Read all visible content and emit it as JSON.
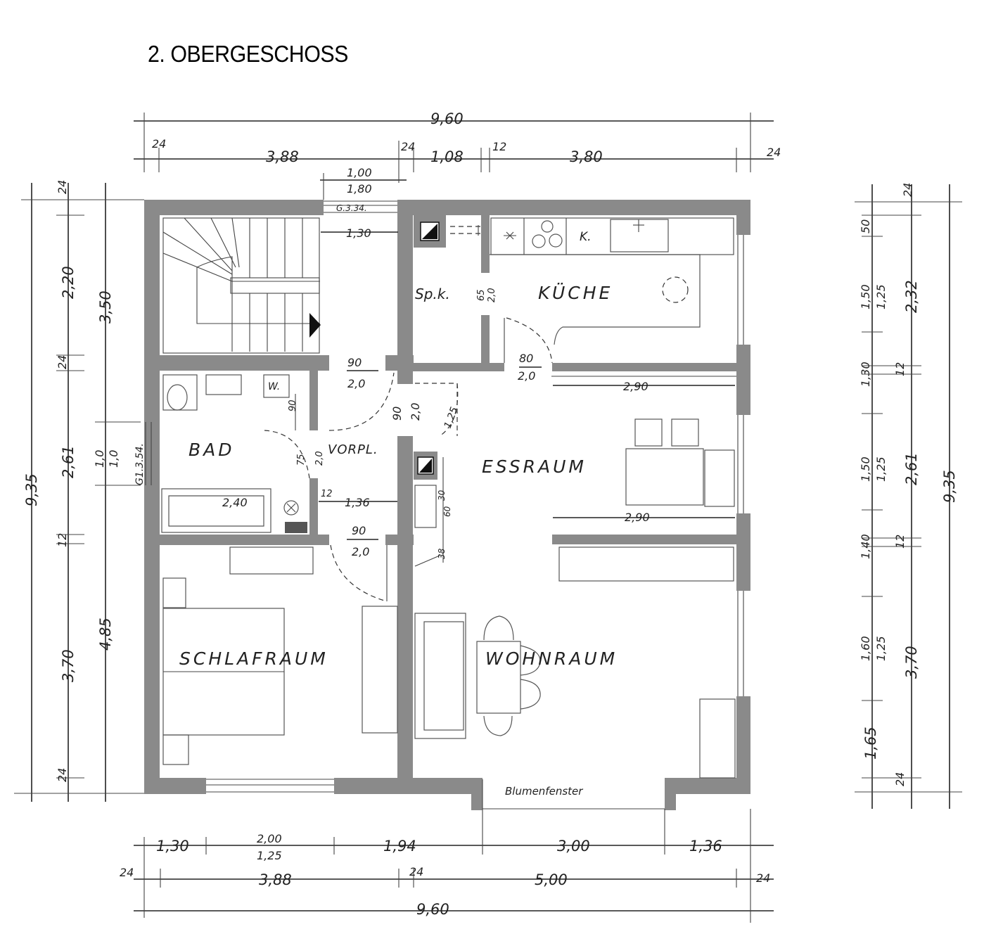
{
  "title": "2. OBERGESCHOSS",
  "rooms": {
    "kueche": "KÜCHE",
    "speisekammer": "Sp.k.",
    "bad": "BAD",
    "vorplatz": "VORPL.",
    "essraum": "ESSRAUM",
    "schlafraum": "SCHLAFRAUM",
    "wohnraum": "WOHNRAUM",
    "blumenfenster": "Blumenfenster",
    "kuechen_k": "K.",
    "bad_w": "W."
  },
  "dims_top": {
    "total": "9,60",
    "left_wall": "24",
    "stair_width": "3,88",
    "mid_wall": "24",
    "spk_width": "1,08",
    "partition": "12",
    "kitchen_width": "3,80",
    "right_wall": "24",
    "window_w": "1,00",
    "window_h": "1,80",
    "window_note": "G.3.34."
  },
  "dims_left": {
    "total": "9,35",
    "top_wall": "24",
    "seg1": "2,20",
    "stair_h": "3,50",
    "wall2": "24",
    "seg2": "2,61",
    "win_w": "1,0",
    "win_h": "1,0",
    "win_note": "G1.3.54.",
    "wall3": "12",
    "seg3": "3,70",
    "bed_h": "4,85",
    "bottom_wall": "24"
  },
  "dims_right": {
    "total": "9,35",
    "top_wall": "24",
    "seg_a": "50",
    "win1_w": "1,50",
    "win1_h": "1,25",
    "kitchen_h": "2,32",
    "seg_b": "1,30",
    "wall_b": "12",
    "win2_w": "1,50",
    "win2_h": "1,25",
    "ess_h": "2,61",
    "seg_c": "1,40",
    "wall_c": "12",
    "win3_w": "1,60",
    "win3_h": "1,25",
    "wohn_h": "3,70",
    "seg_d": "1,65",
    "bottom_wall": "24"
  },
  "dims_bottom": {
    "seg1": "1,30",
    "win_w": "2,00",
    "win_h": "1,25",
    "seg2": "1,94",
    "seg3": "3,00",
    "seg4": "1,36",
    "left_wall": "24",
    "bed_width": "3,88",
    "mid_wall": "24",
    "living_width": "5,00",
    "right_wall": "24",
    "total": "9,60"
  },
  "dims_inner": {
    "corridor": "1,30",
    "door_bath_w": "90",
    "door_bath_h": "2,0",
    "door_vp_w": "90",
    "door_vp_h": "2,0",
    "door_spk": "65",
    "door_spk_h": "2,0",
    "door_kitchen_w": "80",
    "door_kitchen_h": "2,0",
    "ess_w_top": "2,90",
    "ess_w_bottom": "2,90",
    "bath_tub": "2,40",
    "vp_width": "1,36",
    "vp_wall": "12",
    "door_bed_w": "90",
    "door_bed_h": "2,0",
    "door_ess": "1,25",
    "bath_door_w": "75",
    "bath_door_h": "2,0",
    "bath_niche": "90",
    "chimney_a": "30",
    "chimney_b": "60",
    "chimney_c": "38"
  }
}
